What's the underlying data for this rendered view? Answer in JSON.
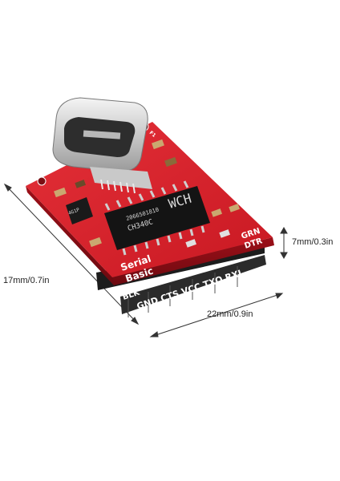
{
  "dimensions": {
    "height_label": "7mm/0.3in",
    "width_label": "17mm/0.7in",
    "length_label": "22mm/0.9in"
  },
  "board": {
    "title_line1": "Serial",
    "title_line2": "Basic",
    "pins_bottom": "GND CTS VCC TXO RXI",
    "pins_top": "GRN",
    "pins_dtr": "DTR",
    "blk_label": "BLK",
    "chip_marking1": "CH340C",
    "chip_marking2": "2066501810",
    "small_chip_label": "4G1P",
    "part_tag": "F1",
    "pcb_color": "#d8202a",
    "pin_color": "#2a2a2a"
  }
}
